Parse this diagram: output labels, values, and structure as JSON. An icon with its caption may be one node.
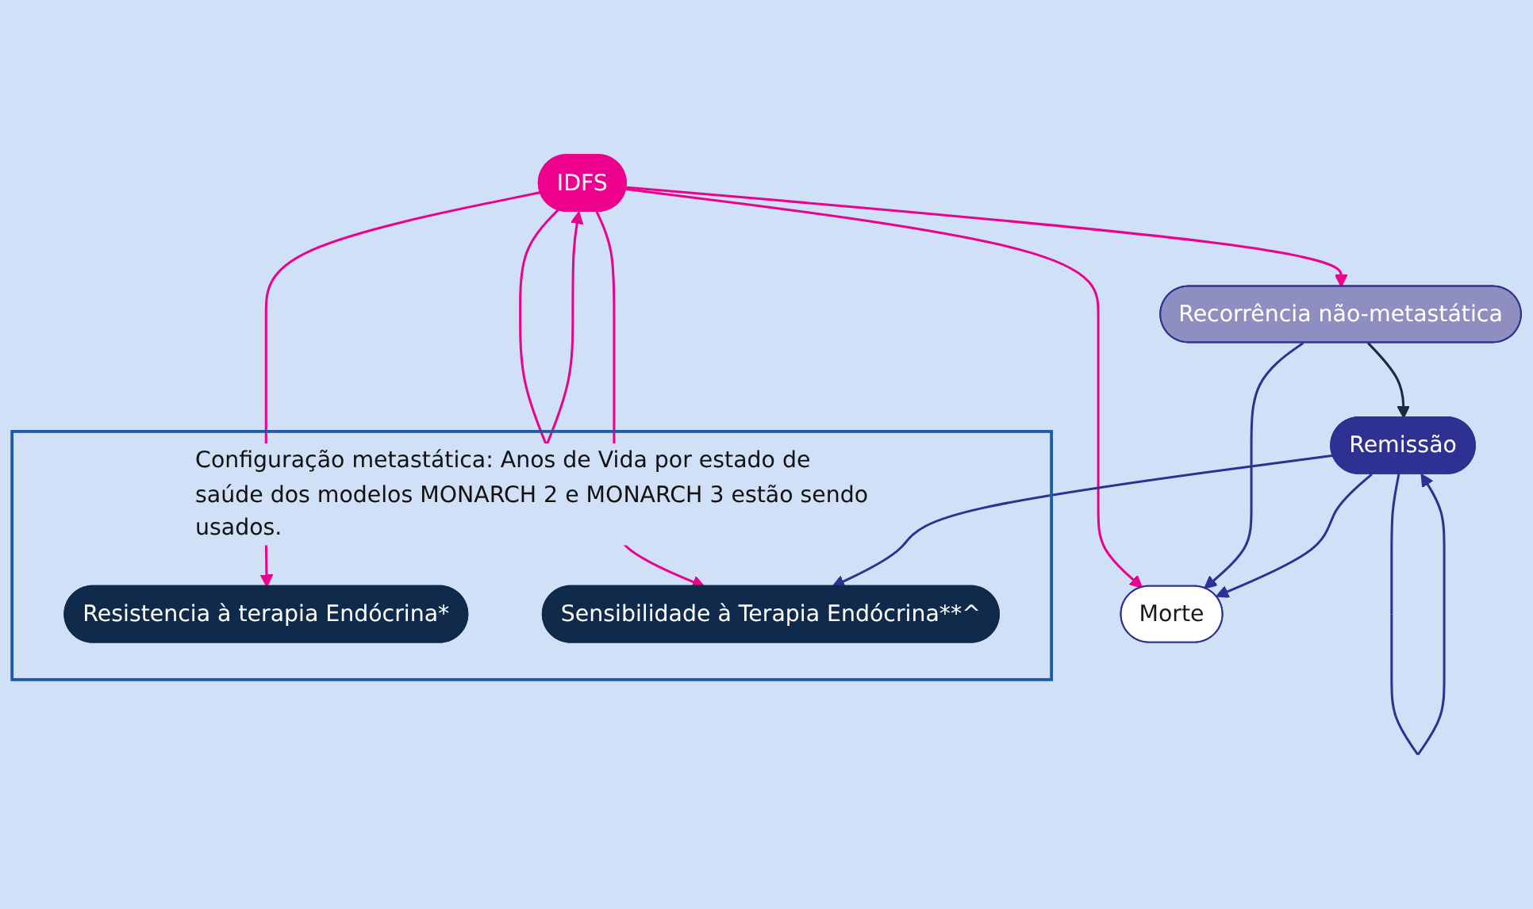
{
  "diagram": {
    "nodes": [
      {
        "text": [
          "IDFS"
        ]
      },
      {
        "text": [
          "Morte"
        ]
      },
      {
        "text": [
          "Recorrência não-metastática"
        ]
      },
      {
        "text": [
          "Remissão"
        ]
      },
      {
        "text": [
          "Configuração metastática: Anos de Vida por estado de saúde dos modelos MONARCH 2 e MONARCH 3 estão sendo usados."
        ]
      },
      {
        "text": [
          "Resistencia à terapia Endócrina*"
        ],
        "in": 4
      },
      {
        "text": [
          "Sensibilidade à Terapia Endócrina**^"
        ],
        "in": 4
      }
    ],
    "edges": [
      {
        "from": 0,
        "to": 0,
        "arrow": "to",
        "color": "#ec008c"
      },
      {
        "from": 0,
        "to": 1,
        "arrow": "to",
        "color": "#ec008c"
      },
      {
        "from": 0,
        "to": 2,
        "arrow": "to",
        "color": "#ec008c"
      },
      {
        "from": 2,
        "to": 1,
        "arrow": "to",
        "color": "#2e3192"
      },
      {
        "from": 2,
        "to": 3,
        "arrow": "to",
        "color": "#1a2a40"
      },
      {
        "from": 3,
        "to": 1,
        "arrow": "to",
        "color": "#2e3192"
      },
      {
        "from": 3,
        "to": 3,
        "arrow": "to",
        "color": "#2e3192"
      },
      {
        "from": 0,
        "to": 5,
        "arrow": "to",
        "color": "#ec008c"
      },
      {
        "from": 0,
        "to": 6,
        "arrow": "to",
        "color": "#ec008c"
      },
      {
        "from": 3,
        "to": 6,
        "arrow": "to",
        "color": "#2e3192"
      }
    ]
  }
}
